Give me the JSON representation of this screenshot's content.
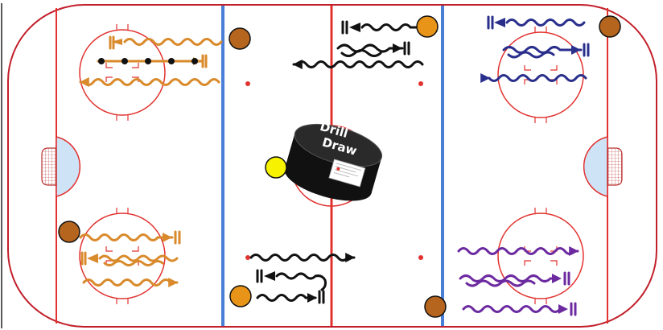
{
  "diagram": {
    "name": "hockey-drill",
    "colors": {
      "board": "#c21f2a",
      "red_line": "#e1322f",
      "blue_line": "#4a7fd8",
      "crease": "#cfe3f7",
      "orange": "#d98a2b",
      "black": "#111111",
      "navy": "#2a2f8c",
      "purple": "#6c2aa0",
      "player_brown": "#b5651d",
      "player_orange": "#e89418",
      "player_yellow": "#f6f200"
    },
    "logo": {
      "line1": "Drill",
      "line2": "Draw",
      "icon": "drill-draw-puck-logo"
    }
  }
}
